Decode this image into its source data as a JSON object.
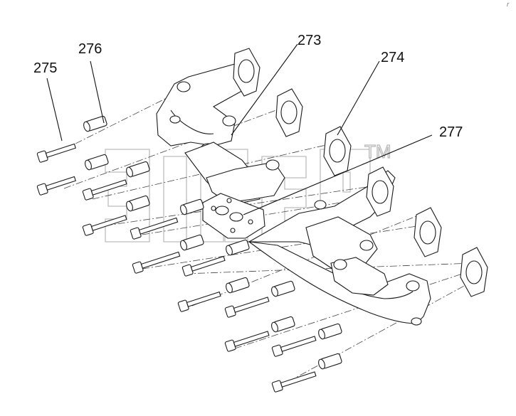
{
  "diagram": {
    "callouts": [
      {
        "id": "part-275",
        "label": "275"
      },
      {
        "id": "part-276",
        "label": "276"
      },
      {
        "id": "part-273",
        "label": "273"
      },
      {
        "id": "part-274",
        "label": "274"
      },
      {
        "id": "part-277",
        "label": "277"
      }
    ],
    "watermark": {
      "text": "TM"
    },
    "corner_mark": "r"
  }
}
